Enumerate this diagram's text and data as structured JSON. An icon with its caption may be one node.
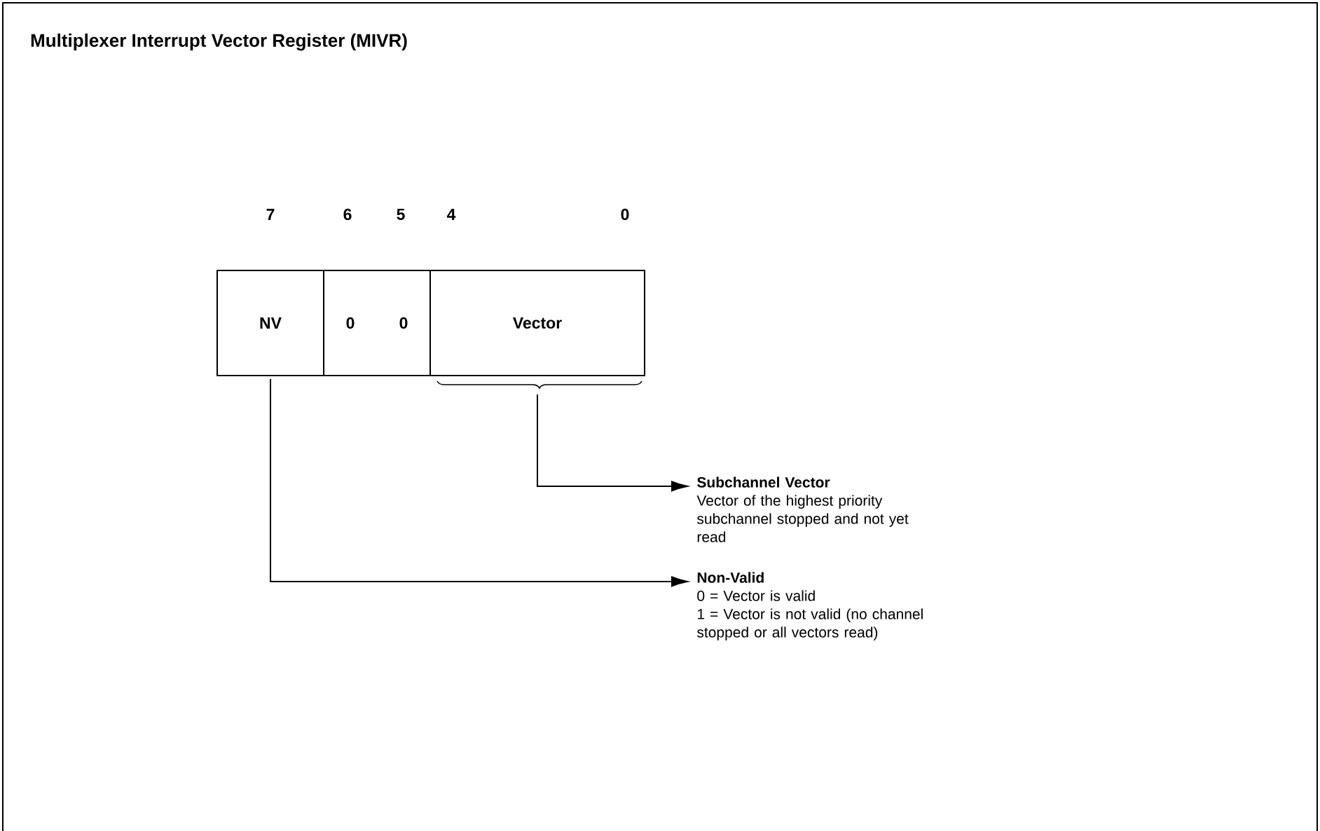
{
  "diagram": {
    "title": "Multiplexer Interrupt Vector Register (MIVR)",
    "nodes": [
      {
        "text": [
          "NV"
        ]
      },
      {
        "text": [
          "0",
          "0"
        ]
      },
      {
        "text": [
          "Vector"
        ]
      },
      {
        "text": [
          "Subchannel Vector",
          "Vector of the highest priority subchannel stopped and not yet read"
        ]
      },
      {
        "text": [
          "Non-Valid",
          "0 = Vector is valid",
          "1 = Vector is not valid (no channel stopped or all vectors read)"
        ]
      }
    ],
    "edges": [
      {
        "from": 2,
        "to": 3,
        "arrow": "to"
      },
      {
        "from": 0,
        "to": 4,
        "arrow": "to"
      }
    ],
    "labels": [
      "7",
      "6",
      "5",
      "4",
      "0"
    ]
  }
}
